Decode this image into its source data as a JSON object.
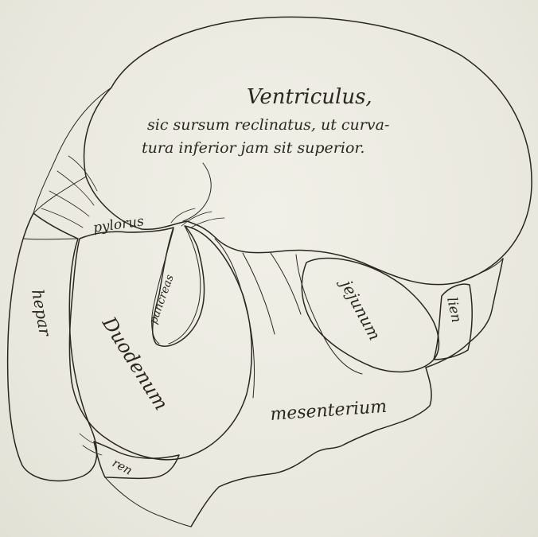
{
  "labels": {
    "ventriculus": "Ventriculus,",
    "ventriculus_line1": "sic sursum reclinatus, ut curva-",
    "ventriculus_line2": "tura inferior jam sit superior.",
    "pylorus": "pylorus",
    "pancreas": "pancreas",
    "hepar": "hepar",
    "duodenum": "Duodenum",
    "jejunum": "jejunum",
    "lien": "lien",
    "mesenterium": "mesenterium",
    "ren": "ren"
  }
}
